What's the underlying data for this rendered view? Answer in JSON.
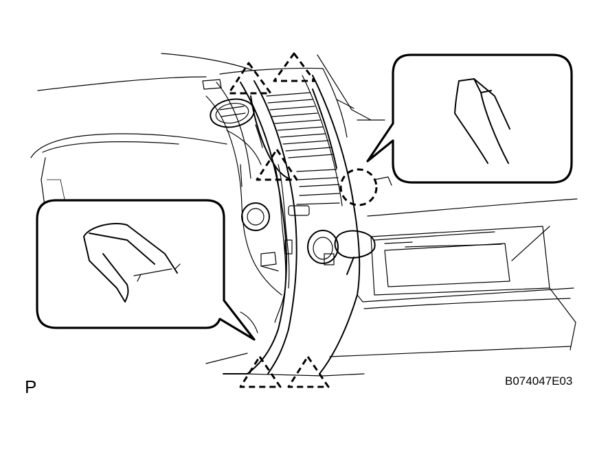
{
  "figure": {
    "view_letter": "P",
    "code": "B074047E03"
  },
  "callouts": [
    {
      "name": "upper-right-detail",
      "depicts": "clip-icon"
    },
    {
      "name": "left-detail",
      "depicts": "clip-icon"
    }
  ],
  "markers": {
    "triangle_count": 5,
    "circle_count": 1
  },
  "colors": {
    "line": "#000000",
    "background": "#ffffff"
  }
}
